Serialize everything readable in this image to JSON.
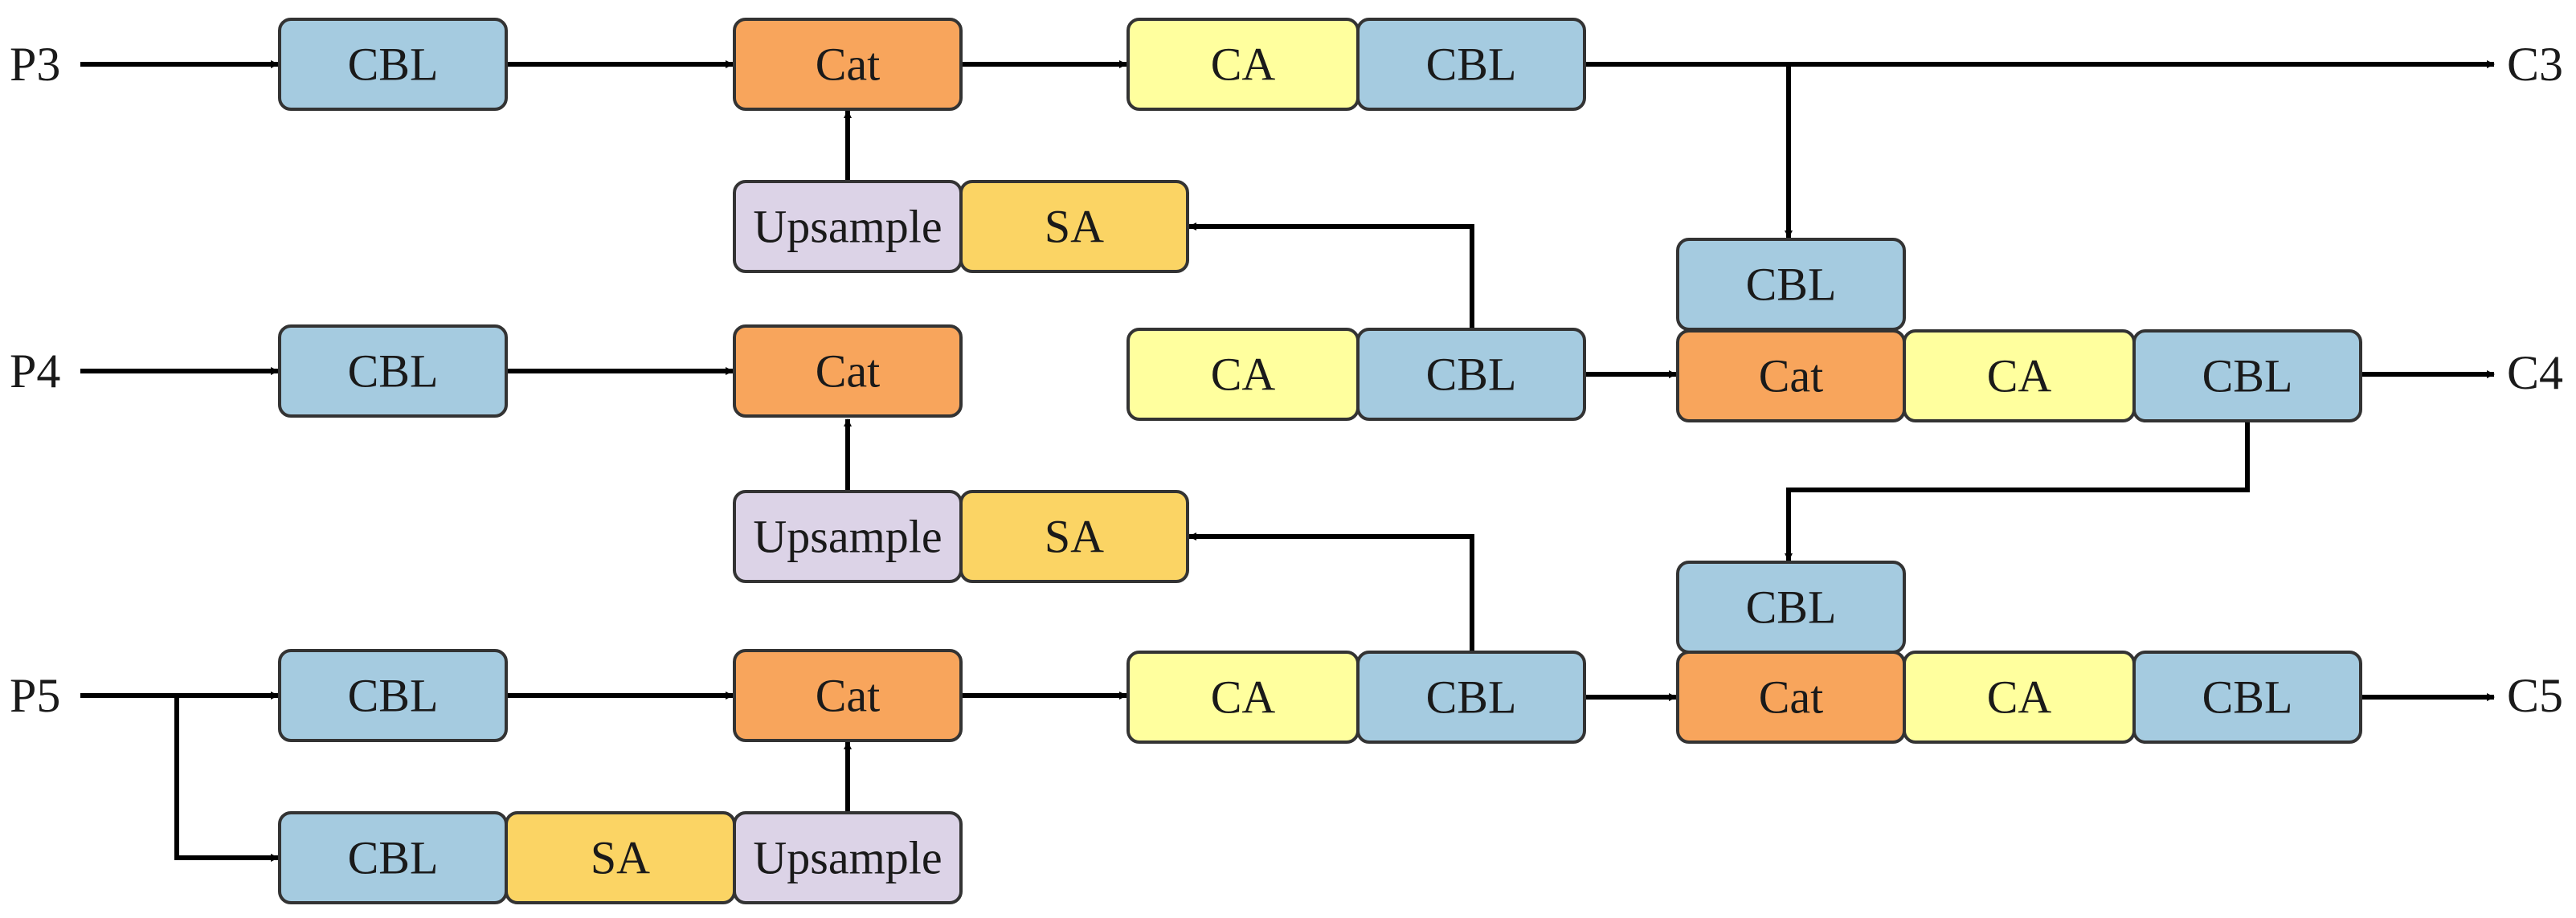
{
  "colors": {
    "CBL": "#a5cbe0",
    "Cat": "#f8a55c",
    "CA": "#ffff9e",
    "SA": "#fbd464",
    "Upsample": "#dcd3e7",
    "edge": "#000000"
  },
  "inputs": {
    "p3": "P3",
    "p4": "P4",
    "p5": "P5"
  },
  "outputs": {
    "c3": "C3",
    "c4": "C4",
    "c5": "C5"
  },
  "nodes": {
    "p3_cbl": "CBL",
    "p3_cat": "Cat",
    "p3_ca": "CA",
    "p3_cbl2": "CBL",
    "up1_upsample": "Upsample",
    "up1_sa": "SA",
    "p4_cbl": "CBL",
    "p4_cat": "Cat",
    "mid_ca": "CA",
    "mid_cbl": "CBL",
    "c4_cbl_top": "CBL",
    "c4_cat": "Cat",
    "c4_ca": "CA",
    "c4_cbl": "CBL",
    "up2_upsample": "Upsample",
    "up2_sa": "SA",
    "p5_cbl": "CBL",
    "p5_cat": "Cat",
    "p5b_ca": "CA",
    "p5b_cbl": "CBL",
    "c5_cbl_top": "CBL",
    "c5_cat": "Cat",
    "c5_ca": "CA",
    "c5_cbl": "CBL",
    "bot_cbl": "CBL",
    "bot_sa": "SA",
    "bot_upsample": "Upsample"
  }
}
